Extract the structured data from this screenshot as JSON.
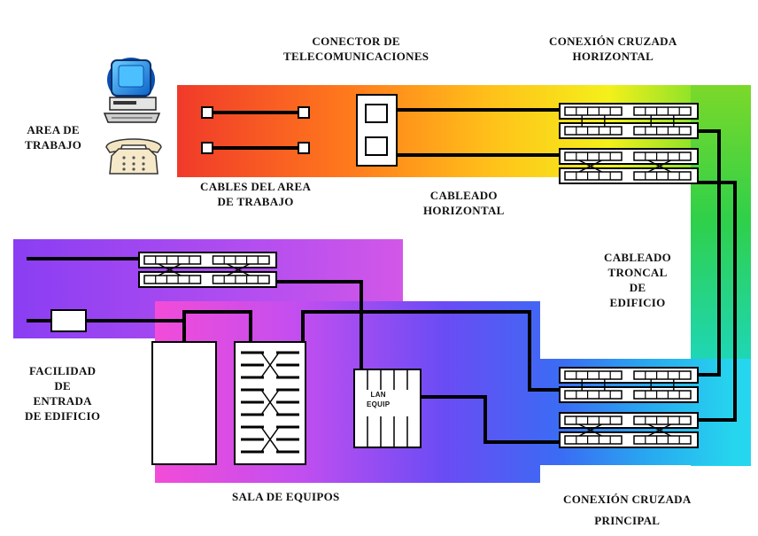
{
  "labels": {
    "area_trabajo": [
      "AREA DE",
      "TRABAJO"
    ],
    "conector": [
      "CONECTOR DE",
      "TELECOMUNICACIONES"
    ],
    "conexion_horizontal": [
      "CONEXIÓN CRUZADA",
      "HORIZONTAL"
    ],
    "cables_area": [
      "CABLES DEL AREA",
      "DE TRABAJO"
    ],
    "cableado_horizontal": [
      "CABLEADO",
      "HORIZONTAL"
    ],
    "cableado_troncal": [
      "CABLEADO",
      "TRONCAL",
      "DE",
      "EDIFICIO"
    ],
    "facilidad": [
      "FACILIDAD",
      "DE",
      "ENTRADA",
      "DE EDIFICIO"
    ],
    "sala_equipos": "SALA DE EQUIPOS",
    "conexion_principal": [
      "CONEXIÓN CRUZADA",
      "PRINCIPAL"
    ],
    "lan_equip": [
      "LAN",
      "EQUIP"
    ]
  },
  "icons": {
    "computer": "computer-icon",
    "telephone": "telephone-icon"
  },
  "colors": {
    "line": "#000000",
    "panel_fill": "#ffffff",
    "monitor_blue": "#1b8fe8"
  }
}
